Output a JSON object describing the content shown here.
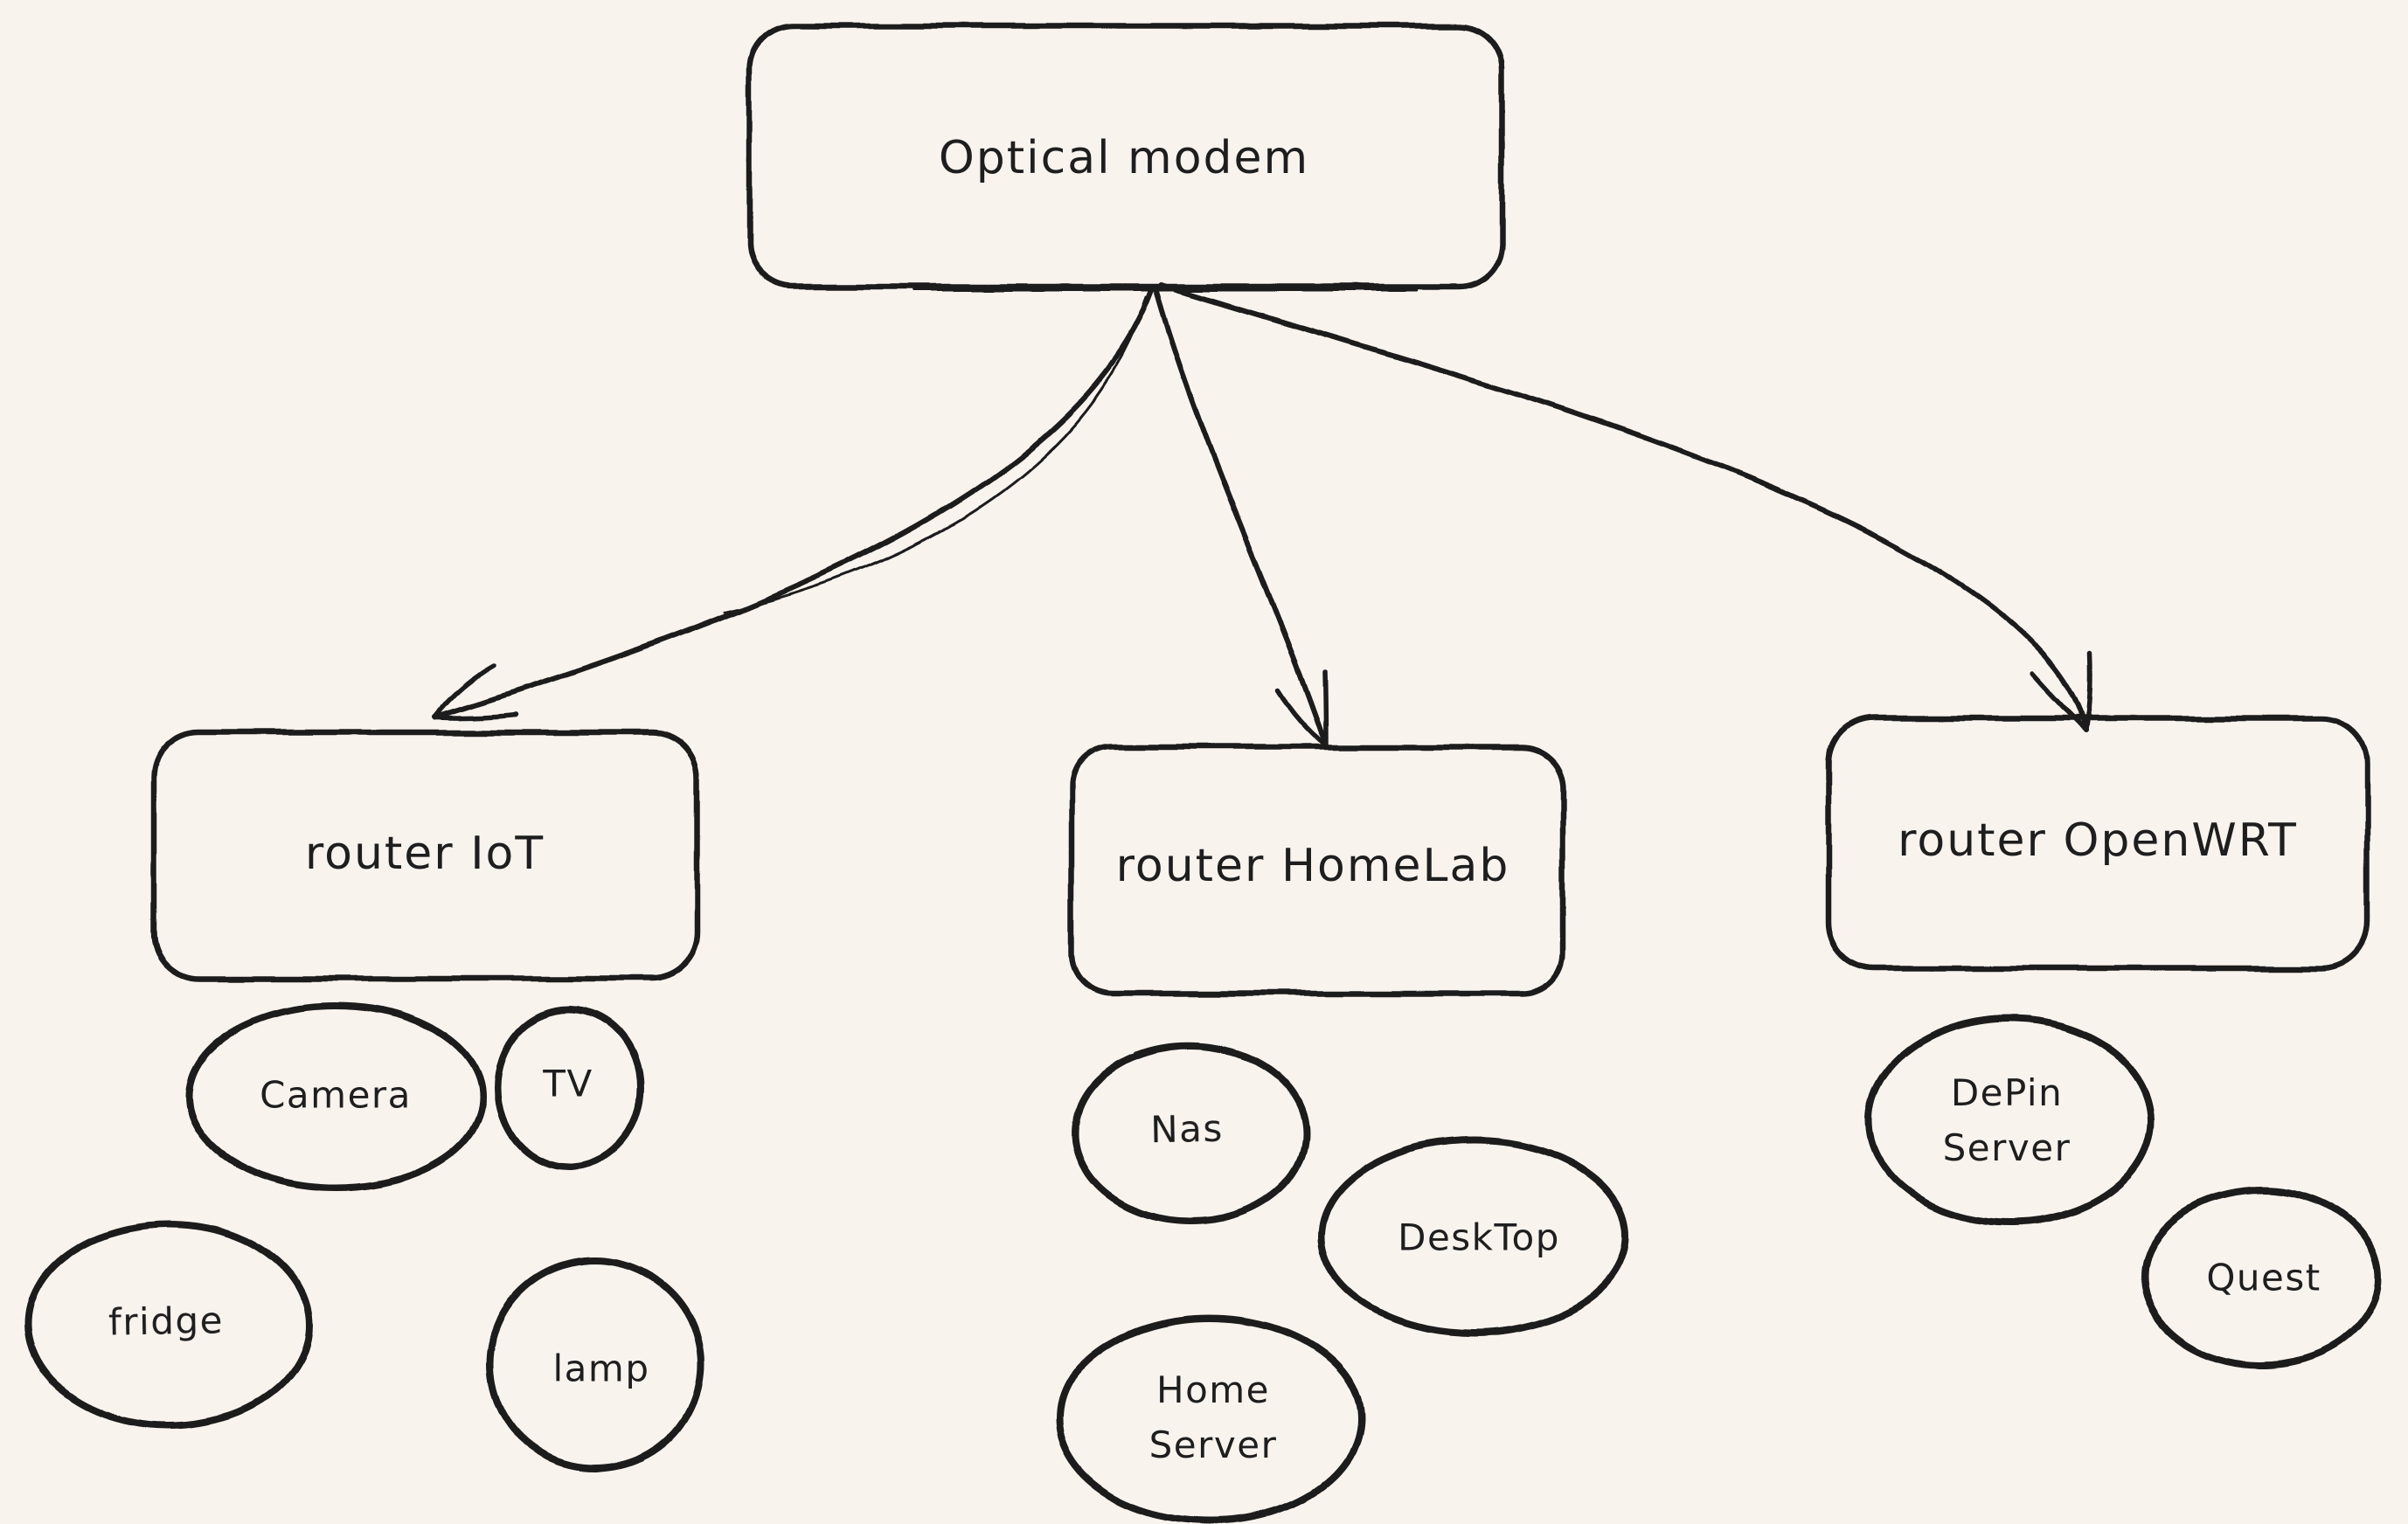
{
  "canvas": {
    "background_color": "#f9f3ee",
    "ink_color": "#1e1e1e",
    "style": "hand-drawn whiteboard sketch"
  },
  "nodes": {
    "modem": {
      "label": "Optical modem",
      "shape": "rounded-rectangle"
    },
    "router_iot": {
      "label": "router IoT",
      "shape": "rounded-rectangle"
    },
    "router_homelab": {
      "label": "router HomeLab",
      "shape": "rounded-rectangle"
    },
    "router_openwrt": {
      "label": "router OpenWRT",
      "shape": "rounded-rectangle"
    },
    "devices_iot": [
      {
        "label": "Camera",
        "shape": "ellipse"
      },
      {
        "label": "TV",
        "shape": "ellipse"
      },
      {
        "label": "fridge",
        "shape": "ellipse"
      },
      {
        "label": "lamp",
        "shape": "ellipse"
      }
    ],
    "devices_homelab": [
      {
        "label": "Nas",
        "shape": "ellipse"
      },
      {
        "label": "DeskTop",
        "shape": "ellipse"
      },
      {
        "label": "Home Server",
        "shape": "ellipse"
      }
    ],
    "devices_openwrt": [
      {
        "label": "DePin Server",
        "shape": "ellipse"
      },
      {
        "label": "Quest",
        "shape": "ellipse"
      }
    ]
  },
  "connections": [
    {
      "from": "Optical modem",
      "to": "router IoT",
      "type": "arrow"
    },
    {
      "from": "Optical modem",
      "to": "router HomeLab",
      "type": "arrow"
    },
    {
      "from": "Optical modem",
      "to": "router OpenWRT",
      "type": "arrow"
    }
  ]
}
